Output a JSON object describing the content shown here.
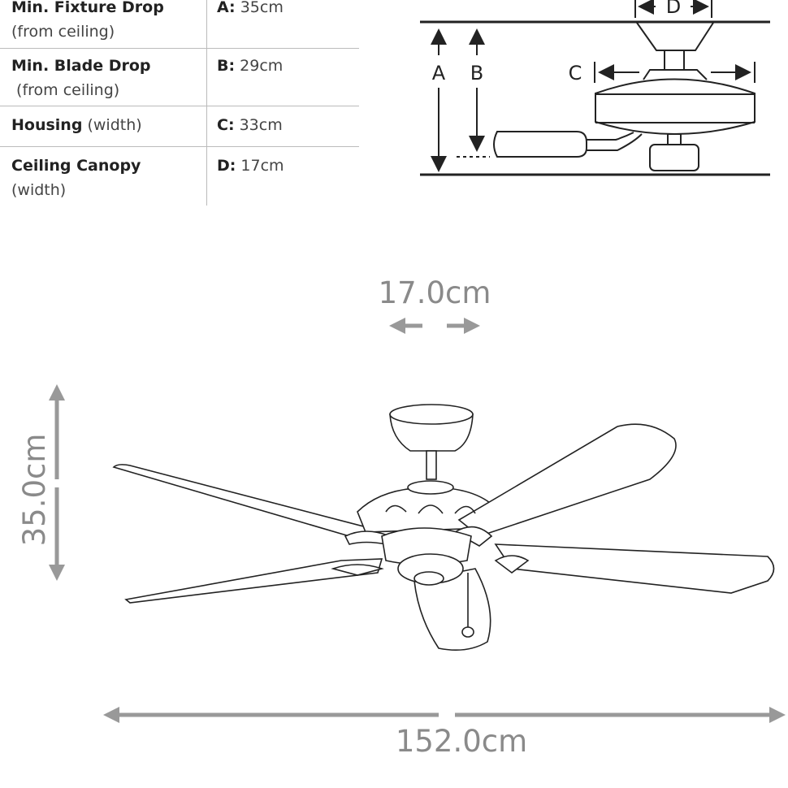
{
  "spec_table": {
    "rows": [
      {
        "label": "Min. Fixture Drop",
        "sub": "(from ceiling)",
        "key": "A:",
        "value": "35cm"
      },
      {
        "label": "Min. Blade Drop",
        "sub": "(from ceiling)",
        "key": "B:",
        "value": "29cm"
      },
      {
        "label": "Housing",
        "sub": "(width)",
        "key": "C:",
        "value": "33cm"
      },
      {
        "label": "Ceiling Canopy",
        "sub": "(width)",
        "key": "D:",
        "value": "17cm"
      }
    ]
  },
  "schematic": {
    "labels": {
      "a": "A",
      "b": "B",
      "c": "C",
      "d": "D"
    }
  },
  "dimensions": {
    "canopy_width": "17.0cm",
    "height": "35.0cm",
    "span": "152.0cm"
  },
  "colors": {
    "dimension": "#999999",
    "line": "#222222"
  }
}
